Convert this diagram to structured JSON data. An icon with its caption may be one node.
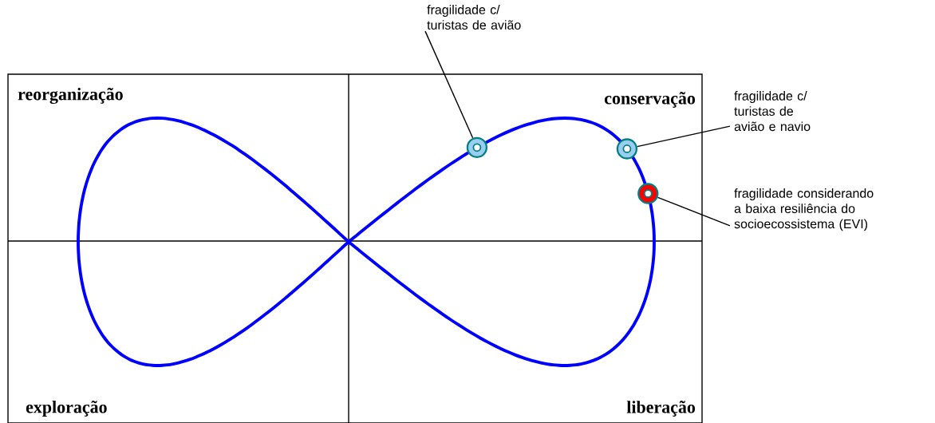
{
  "diagram": {
    "nodes": [
      {
        "text": [
          "fragilidade c/ turistas de avião"
        ]
      },
      {
        "text": [
          "fragilidade c/ turistas de avião e navio"
        ]
      },
      {
        "text": [
          "fragilidade considerando a baixa resiliência do socioecossistema (EVI)"
        ]
      },
      {
        "text": [],
        "shape": "circle"
      },
      {
        "text": [],
        "shape": "circle"
      },
      {
        "text": [],
        "shape": "circle"
      }
    ],
    "edges": [
      {
        "from": 0,
        "to": 3,
        "arrow": "none"
      },
      {
        "from": 1,
        "to": 4,
        "arrow": "none"
      },
      {
        "from": 2,
        "to": 5,
        "arrow": "none"
      }
    ],
    "labels": [
      "reorganização",
      "conservação",
      "exploração",
      "liberação"
    ]
  }
}
